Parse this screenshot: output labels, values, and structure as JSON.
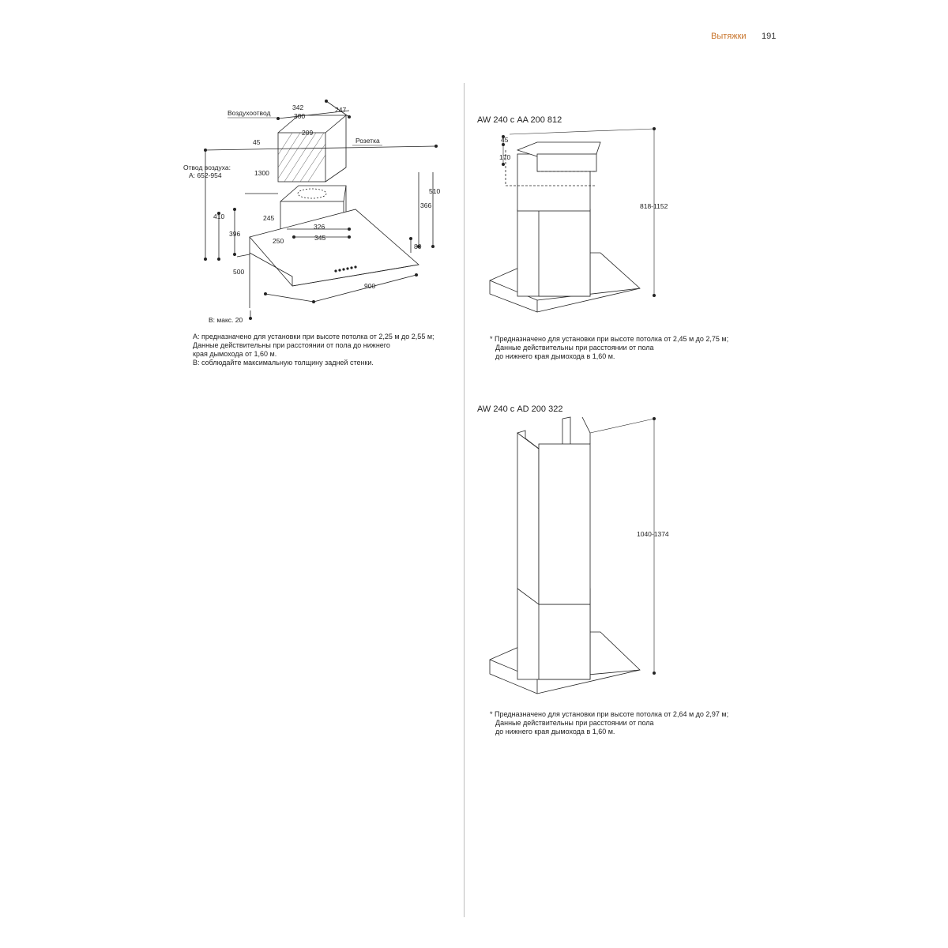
{
  "header": {
    "section": "Вытяжки",
    "page_number": "191"
  },
  "left_diagram": {
    "labels": {
      "duct": "Воздухоотвод",
      "socket": "Розетка",
      "exhaust_title": "Отвод воздуха:",
      "exhaust_range": "А: 652-954",
      "back_wall": "B: макс. 20"
    },
    "dims": {
      "d342": "342",
      "d247": "247",
      "d300": "300",
      "d209": "209",
      "d45": "45",
      "d1300": "1300",
      "d410": "410",
      "d396": "396",
      "d245": "245",
      "d250": "250",
      "d326": "326",
      "d345": "345",
      "d510": "510",
      "d366": "366",
      "d80": "80",
      "d500": "500",
      "d900": "900"
    },
    "notes": [
      "А: предназначено для установки при высоте потолка от 2,25 м до 2,55 м;",
      "Данные действительны при расстоянии от пола до нижнего",
      "края дымохода от 1,60 м.",
      "B: соблюдайте максимальную толщину задней стенки."
    ]
  },
  "right_top_diagram": {
    "title": "AW 240 с AA 200 812",
    "dims": {
      "d45": "45",
      "d170": "170",
      "height": "818-1152"
    },
    "notes": [
      "* Предназначено для установки при высоте потолка от 2,45 м до 2,75 м;",
      "Данные действительны при расстоянии от пола",
      "до нижнего края дымохода в 1,60 м."
    ]
  },
  "right_bottom_diagram": {
    "title": "AW 240 с AD 200 322",
    "dims": {
      "height": "1040-1374"
    },
    "notes": [
      "* Предназначено для установки при высоте потолка от 2,64 м до 2,97 м;",
      "Данные действительны при расстоянии от пола",
      "до нижнего края дымохода в 1,60 м."
    ]
  }
}
